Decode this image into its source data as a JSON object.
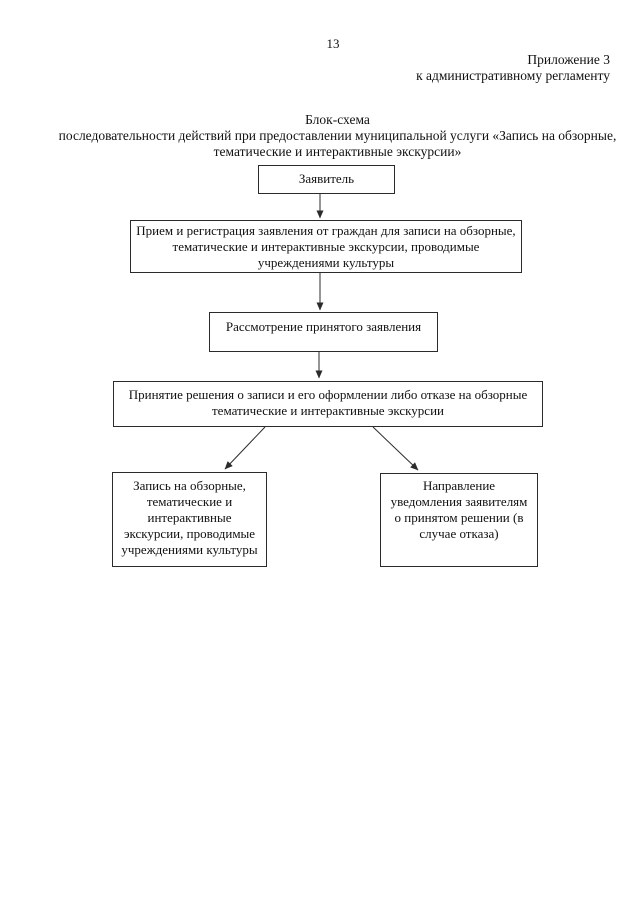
{
  "page": {
    "number": "13",
    "appendix": {
      "line1": "Приложение 3",
      "line2": "к административному регламенту"
    },
    "title": "Блок-схема\nпоследовательности действий при предоставлении муниципальной услуги «Запись на обзорные,\nтематические и интерактивные экскурсии»"
  },
  "flowchart": {
    "nodes": {
      "applicant": "Заявитель",
      "reception": "Прием и регистрация заявления от граждан для записи на обзорные,\nтематические и интерактивные экскурсии, проводимые\nучреждениями культуры",
      "review": "Рассмотрение принятого заявления",
      "decision": "Принятие решения о записи и его оформлении либо отказе на обзорные\nтематические и интерактивные экскурсии",
      "enrollment": "Запись на обзорные,\nтематические и\nинтерактивные\nэкскурсии, проводимые\nучреждениями культуры",
      "notification": "Направление\nуведомления заявителям\nо принятом решении (в\nслучае отказа)"
    },
    "colors": {
      "border": "#2b2b2b",
      "text": "#111111",
      "background": "#ffffff"
    }
  }
}
